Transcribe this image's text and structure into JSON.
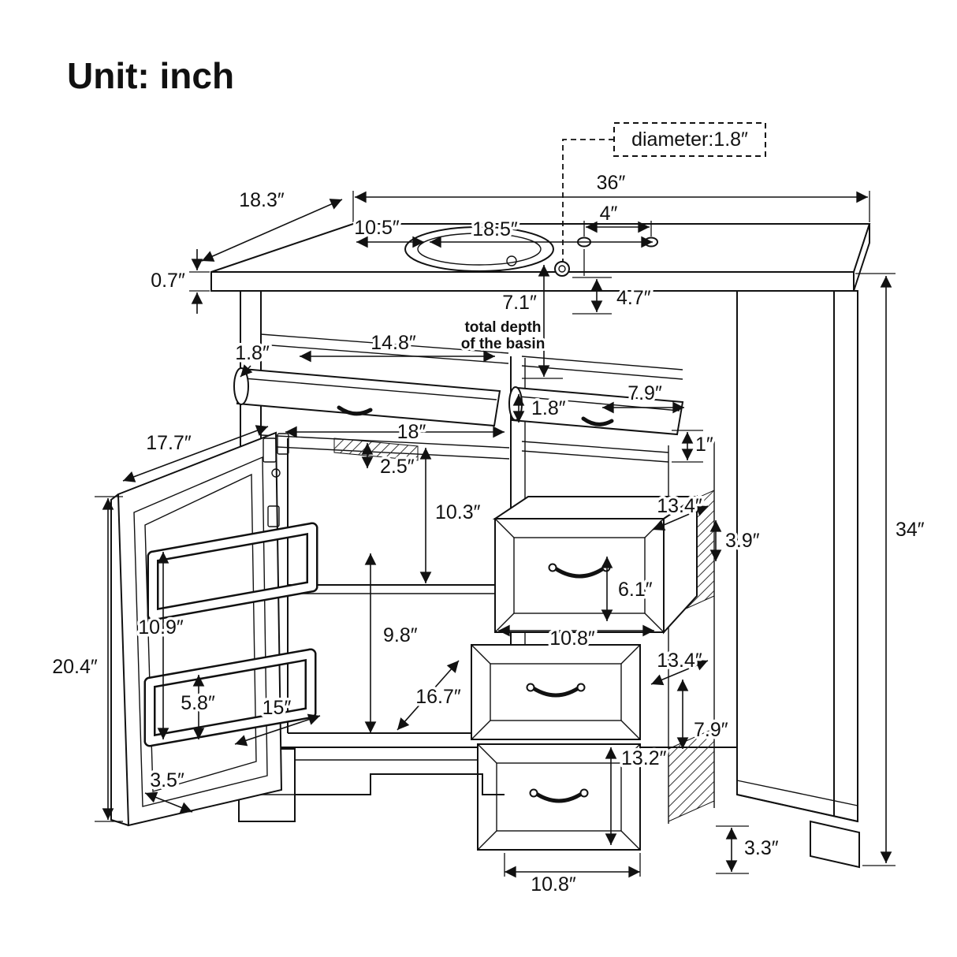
{
  "title": "Unit: inch",
  "callout": {
    "label": "diameter:1.8″"
  },
  "colors": {
    "ink": "#111111",
    "background": "#ffffff"
  },
  "notes": {
    "basin_depth_line1": "total depth",
    "basin_depth_line2": "of the basin"
  },
  "dims": {
    "counter_width": "36″",
    "counter_depth": "18.3″",
    "counter_thickness": "0.7″",
    "basin_offset": "10.5″",
    "basin_width": "18.5″",
    "faucet_spacing": "4″",
    "faucet_offset": "4.7″",
    "basin_depth": "7.1″",
    "tray_width": "14.8″",
    "tray_lip_left": "1.8″",
    "tray_lip_mid": "1.8″",
    "tray_width_right": "7.9″",
    "shelf_width": "18″",
    "gap_one": "1″",
    "door_width": "17.7″",
    "rail_thickness": "2.5″",
    "upper_interior_height": "10.3″",
    "drawer_depth_top": "13.4″",
    "drawer_side_gap": "3.9″",
    "drawer_height_top": "6.1″",
    "drawer_width_top": "10.8″",
    "rack_height": "10.9″",
    "lower_interior_height": "9.8″",
    "drawer_depth_mid": "13.4″",
    "door_height": "20.4″",
    "rack_depth": "5.8″",
    "interior_diagonal": "16.7″",
    "drawer_height_mid": "7.9″",
    "rack_width": "15″",
    "drawer_height_bottom": "13.2″",
    "door_thickness": "3.5″",
    "drawer_width_bottom": "10.8″",
    "base_height": "3.3″",
    "cabinet_height": "34″"
  }
}
